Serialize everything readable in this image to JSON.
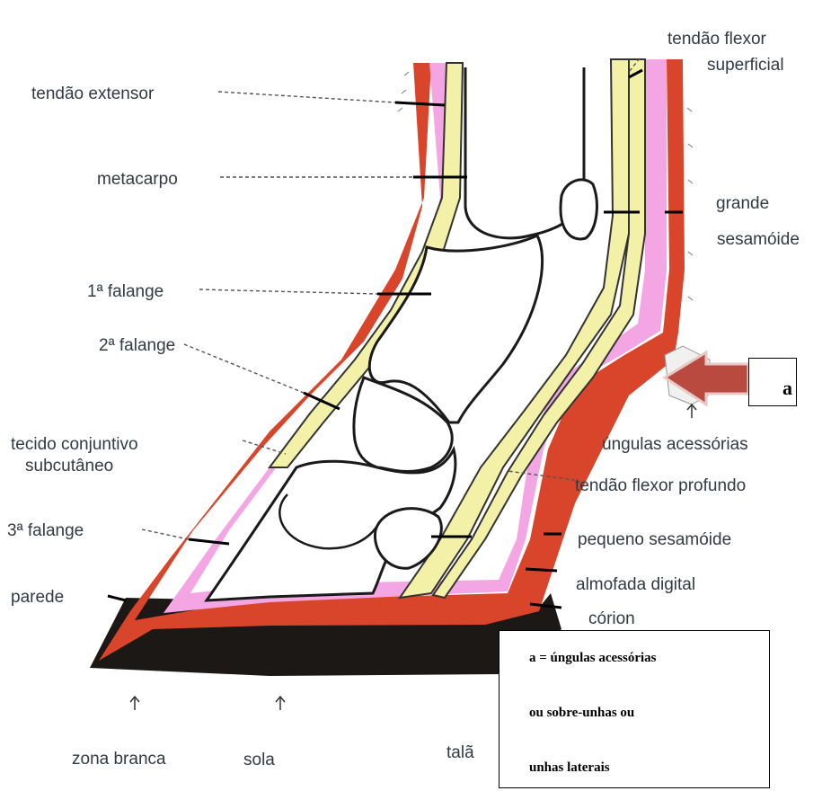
{
  "labels": {
    "tendao_extensor": "tendão extensor",
    "metacarpo": "metacarpo",
    "falange1": "1ª falange",
    "falange2": "2ª falange",
    "tecido_line1": "tecido conjuntivo",
    "tecido_line2": "subcutâneo",
    "falange3": "3ª falange",
    "parede": "parede",
    "zona_branca": "zona branca",
    "sola": "sola",
    "talao": "talã",
    "flexor_sup_line1": "tendão flexor",
    "flexor_sup_line2": "superficial",
    "grande_line1": "grande",
    "grande_line2": "sesamóide",
    "ungulas": "úngulas acessórias",
    "flexor_profundo": "tendão flexor profundo",
    "pequeno_sesamoide": "pequeno sesamóide",
    "almofada": "almofada digital",
    "corion": "córion"
  },
  "callout": {
    "letter": "a"
  },
  "note": {
    "line1": "a = úngulas acessórias",
    "line2": "ou sobre-unhas ou",
    "line3": "unhas laterais"
  },
  "colors": {
    "dermis_red": "#d9452a",
    "pink_corium": "#f4a6e4",
    "tendon_yellow": "#f3f0a8",
    "hoof_black": "#1c1816",
    "arrow_red": "#b84a40",
    "label_gray": "#333a42"
  }
}
